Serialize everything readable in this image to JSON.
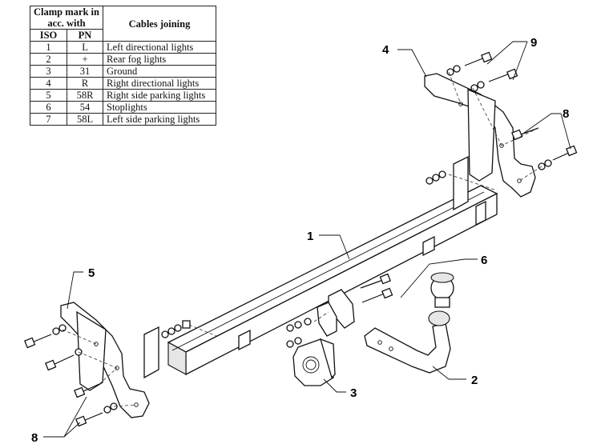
{
  "legend": {
    "header_clamp": "Clamp mark in acc. with",
    "header_cables": "Cables joining",
    "header_iso": "ISO",
    "header_pn": "PN",
    "rows": [
      {
        "iso": "1",
        "pn": "L",
        "cable": "Left directional lights"
      },
      {
        "iso": "2",
        "pn": "+",
        "cable": "Rear fog lights"
      },
      {
        "iso": "3",
        "pn": "31",
        "cable": "Ground"
      },
      {
        "iso": "4",
        "pn": "R",
        "cable": "Right directional lights"
      },
      {
        "iso": "5",
        "pn": "58R",
        "cable": "Right side parking lights"
      },
      {
        "iso": "6",
        "pn": "54",
        "cable": "Stoplights"
      },
      {
        "iso": "7",
        "pn": "58L",
        "cable": "Left side parking lights"
      }
    ]
  },
  "callouts": {
    "main_crossbar": "1",
    "tow_ball": "2",
    "socket_plate": "3",
    "right_bracket": "4",
    "left_bracket": "5",
    "ball_mount_bolts": "6",
    "bolts_right": "8",
    "bolts_left": "8",
    "bolts_upper": "9"
  }
}
